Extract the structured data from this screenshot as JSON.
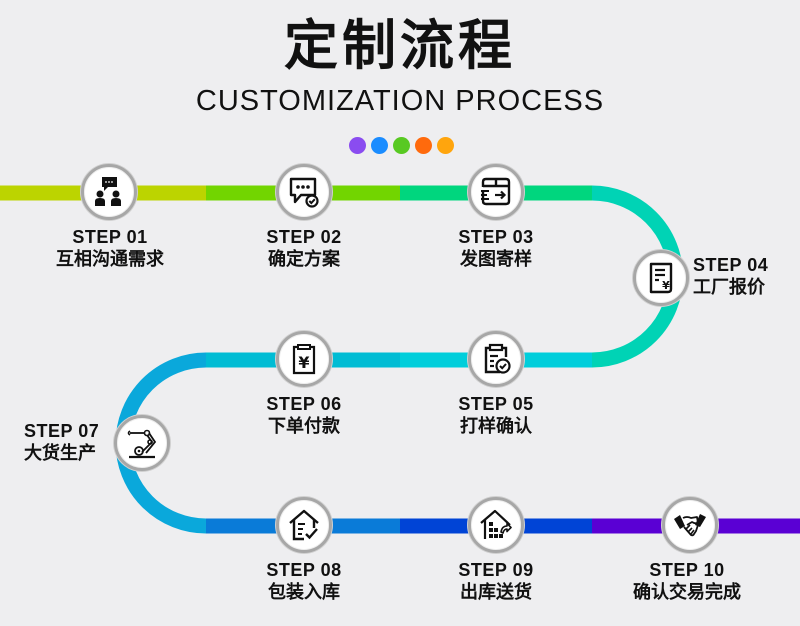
{
  "header": {
    "title": "定制流程",
    "subtitle": "CUSTOMIZATION PROCESS",
    "dots": [
      "#8a4cf0",
      "#1a8cff",
      "#58c922",
      "#ff6a0d",
      "#ffa50d"
    ]
  },
  "track": {
    "colors": {
      "seg1": "#bcd400",
      "seg2": "#72d500",
      "seg3": "#00d67e",
      "arc_right": "#00d3b5",
      "seg5": "#00cedb",
      "seg6": "#00bcd4",
      "arc_left": "#0aa8db",
      "seg8": "#0a7bd8",
      "seg9": "#0044d6",
      "seg10": "#5a00d4"
    }
  },
  "steps": [
    {
      "step": "STEP 01",
      "label": "互相沟通需求",
      "icon": "communication-icon"
    },
    {
      "step": "STEP 02",
      "label": "确定方案",
      "icon": "chat-check-icon"
    },
    {
      "step": "STEP 03",
      "label": "发图寄样",
      "icon": "shipping-box-icon"
    },
    {
      "step": "STEP 04",
      "label": "工厂报价",
      "icon": "quote-document-icon"
    },
    {
      "step": "STEP 05",
      "label": "打样确认",
      "icon": "clipboard-check-icon"
    },
    {
      "step": "STEP 06",
      "label": "下单付款",
      "icon": "payment-clipboard-icon"
    },
    {
      "step": "STEP 07",
      "label": "大货生产",
      "icon": "robot-arm-icon"
    },
    {
      "step": "STEP 08",
      "label": "包装入库",
      "icon": "warehouse-check-icon"
    },
    {
      "step": "STEP 09",
      "label": "出库送货",
      "icon": "warehouse-delivery-icon"
    },
    {
      "step": "STEP 10",
      "label": "确认交易完成",
      "icon": "handshake-icon"
    }
  ]
}
